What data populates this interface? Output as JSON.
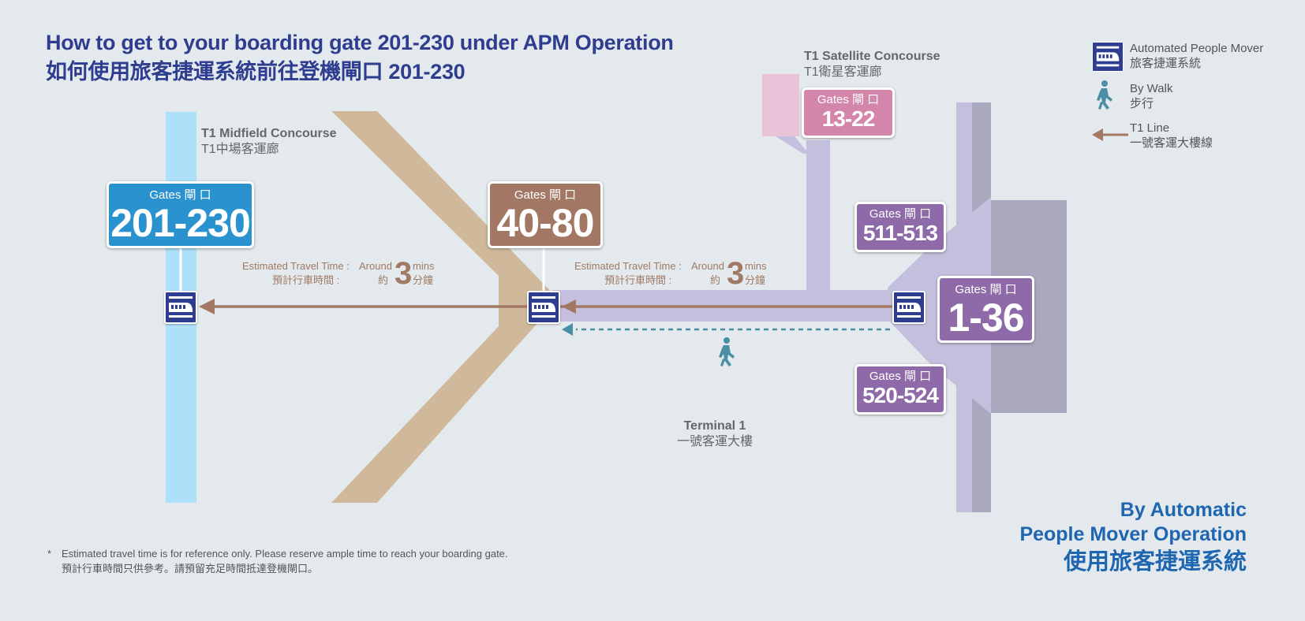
{
  "header": {
    "title_en": "How to get to your boarding gate 201-230 under APM Operation",
    "title_zh": "如何使用旅客捷運系統前往登機閘口 201-230"
  },
  "concourses": {
    "midfield_en": "T1 Midfield Concourse",
    "midfield_zh": "T1中場客運廊",
    "satellite_en": "T1 Satellite Concourse",
    "satellite_zh": "T1衛星客運廊",
    "terminal_en": "Terminal 1",
    "terminal_zh": "一號客運大樓"
  },
  "gates": [
    {
      "label": "Gates 閘 口",
      "number": "201-230",
      "color": "#2a93cf"
    },
    {
      "label": "Gates 閘 口",
      "number": "40-80",
      "color": "#a27865"
    },
    {
      "label": "Gates 閘 口",
      "number": "13-22",
      "color": "#d486aa"
    },
    {
      "label": "Gates 閘 口",
      "number": "511-513",
      "color": "#8e6aa8"
    },
    {
      "label": "Gates 閘 口",
      "number": "1-36",
      "color": "#8e6aa8"
    },
    {
      "label": "Gates 閘 口",
      "number": "520-524",
      "color": "#8e6aa8"
    }
  ],
  "travel_times": [
    {
      "en": "Estimated Travel Time :",
      "zh": "預計行車時間 :",
      "around_en": "Around",
      "around_zh": "約",
      "value": "3",
      "unit_en": "mins",
      "unit_zh": "分鐘"
    },
    {
      "en": "Estimated Travel Time :",
      "zh": "預計行車時間 :",
      "around_en": "Around",
      "around_zh": "約",
      "value": "3",
      "unit_en": "mins",
      "unit_zh": "分鐘"
    }
  ],
  "legend": {
    "apm_en": "Automated People Mover",
    "apm_zh": "旅客捷運系統",
    "walk_en": "By Walk",
    "walk_zh": "步行",
    "line_en": "T1 Line",
    "line_zh": "一號客運大樓線"
  },
  "footnote": {
    "en": "Estimated travel time is for reference only. Please reserve ample time to reach your boarding gate.",
    "zh": "預計行車時間只供參考。請預留充足時間抵達登機閘口。"
  },
  "bottom_title": {
    "line1": "By Automatic",
    "line2": "People Mover Operation",
    "zh": "使用旅客捷運系統"
  },
  "colors": {
    "background": "#e3e9ec",
    "midfield": "#aee0fa",
    "west_hall": "#cfb99a",
    "terminal": "#c3bfdd",
    "terminal_dark": "#aaa8bf",
    "satellite": "#ebc3d8",
    "apm_line": "#a27865",
    "walk_line": "#4a8fa3",
    "title": "#2e3d8f",
    "bottom_title": "#1f66b0"
  }
}
